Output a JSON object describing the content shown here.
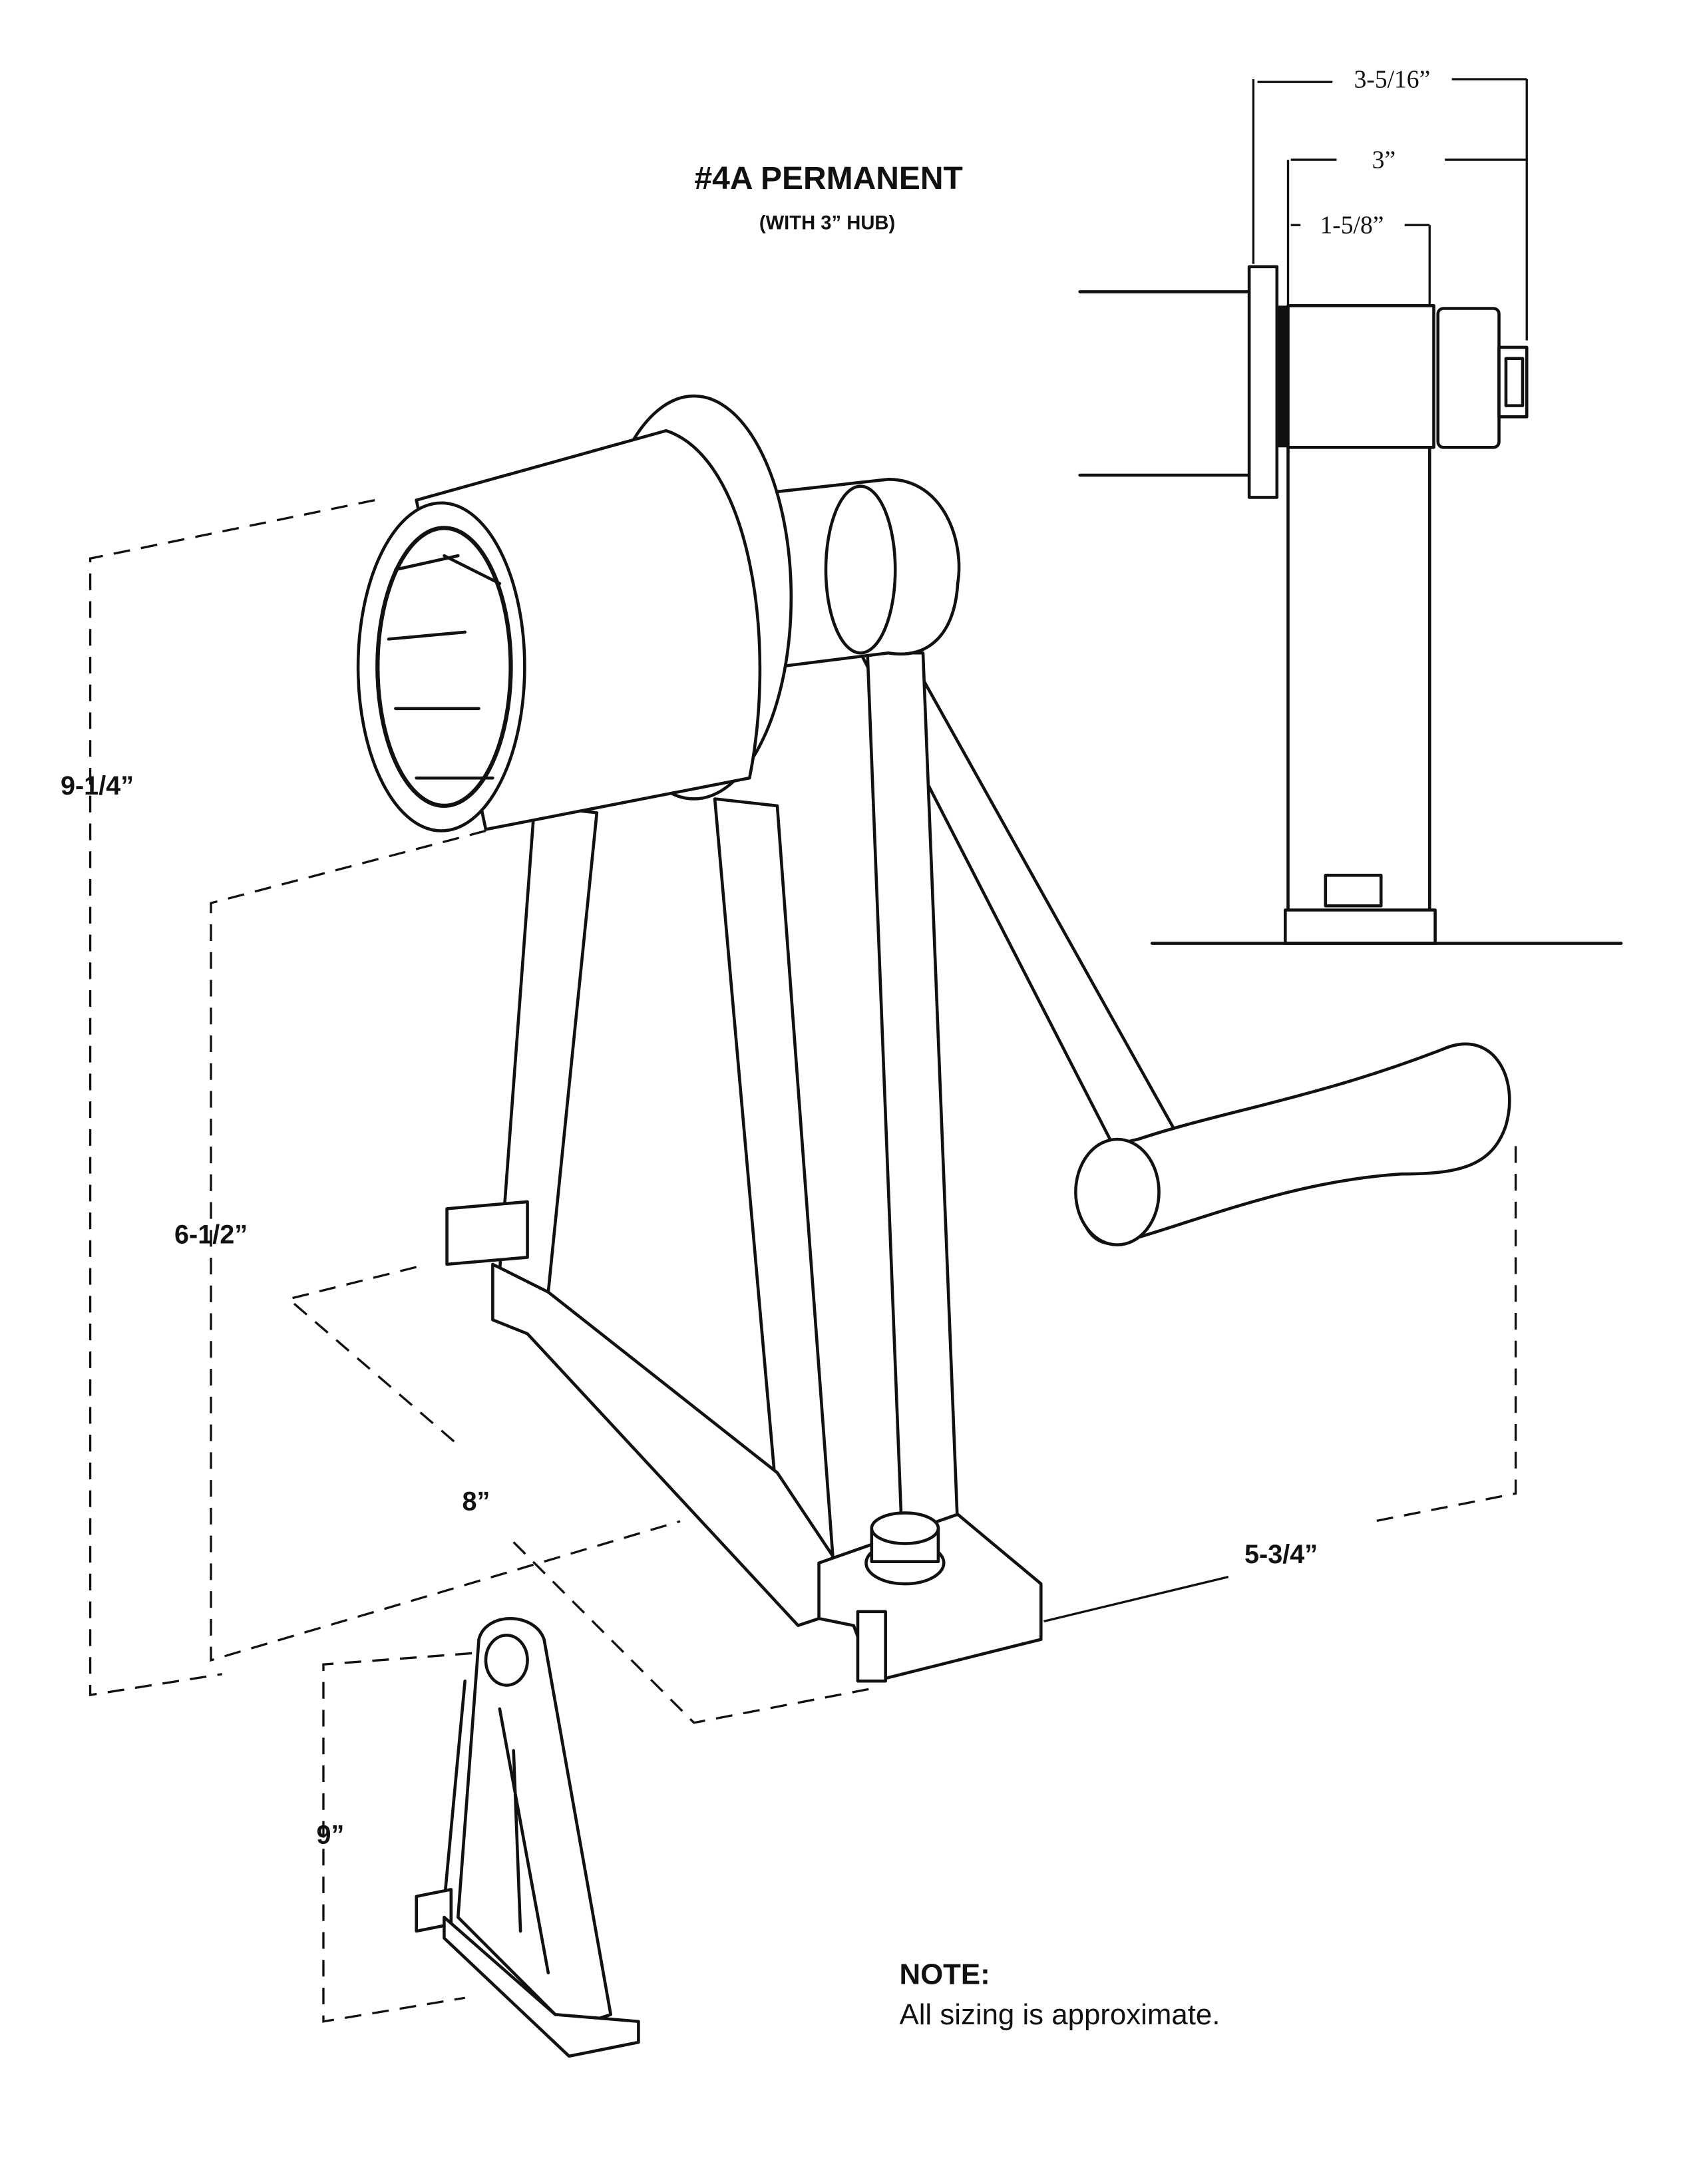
{
  "title": "#4A PERMANENT",
  "subtitle": "(WITH 3” HUB)",
  "side_view_dimensions": {
    "overall": "3-5/16”",
    "hub": "3”",
    "inner": "1-5/8”"
  },
  "main_view_dimensions": {
    "total_height": "9-1/4”",
    "hub_height": "6-1/2”",
    "base_length": "8”",
    "base_width": "5-3/4”"
  },
  "stand_dimension": "9”",
  "note": {
    "heading": "NOTE:",
    "text": "All sizing is approximate."
  }
}
